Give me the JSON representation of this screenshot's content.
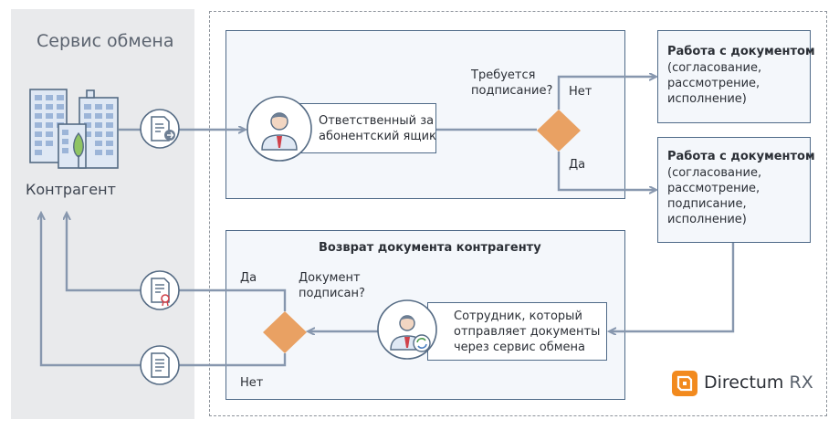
{
  "left_panel": {
    "title": "Сервис обмена",
    "counterparty_label": "Контрагент"
  },
  "top_flow": {
    "responsible_label_line1": "Ответственный за",
    "responsible_label_line2": "абонентский ящик",
    "question_line1": "Требуется",
    "question_line2": "подписание?",
    "no_label": "Нет",
    "yes_label": "Да"
  },
  "work_box_1": {
    "title": "Работа с документом",
    "lines": [
      "(согласование,",
      "рассмотрение,",
      "исполнение)"
    ]
  },
  "work_box_2": {
    "title": "Работа с документом",
    "lines": [
      "(согласование,",
      "рассмотрение,",
      "подписание,",
      "исполнение)"
    ]
  },
  "return_flow": {
    "title": "Возврат документа контрагенту",
    "question_line1": "Документ",
    "question_line2": "подписан?",
    "yes_label": "Да",
    "no_label": "Нет",
    "employee_line1": "Сотрудник, который",
    "employee_line2": "отправляет документы",
    "employee_line3": "через сервис обмена"
  },
  "logo": {
    "brand": "Directum",
    "suffix": "RX"
  },
  "colors": {
    "accent": "#e9a163",
    "line": "#8797ae",
    "box_border": "#4f6a88",
    "panel": "#e9eaec",
    "logo_orange": "#f28a1e"
  }
}
